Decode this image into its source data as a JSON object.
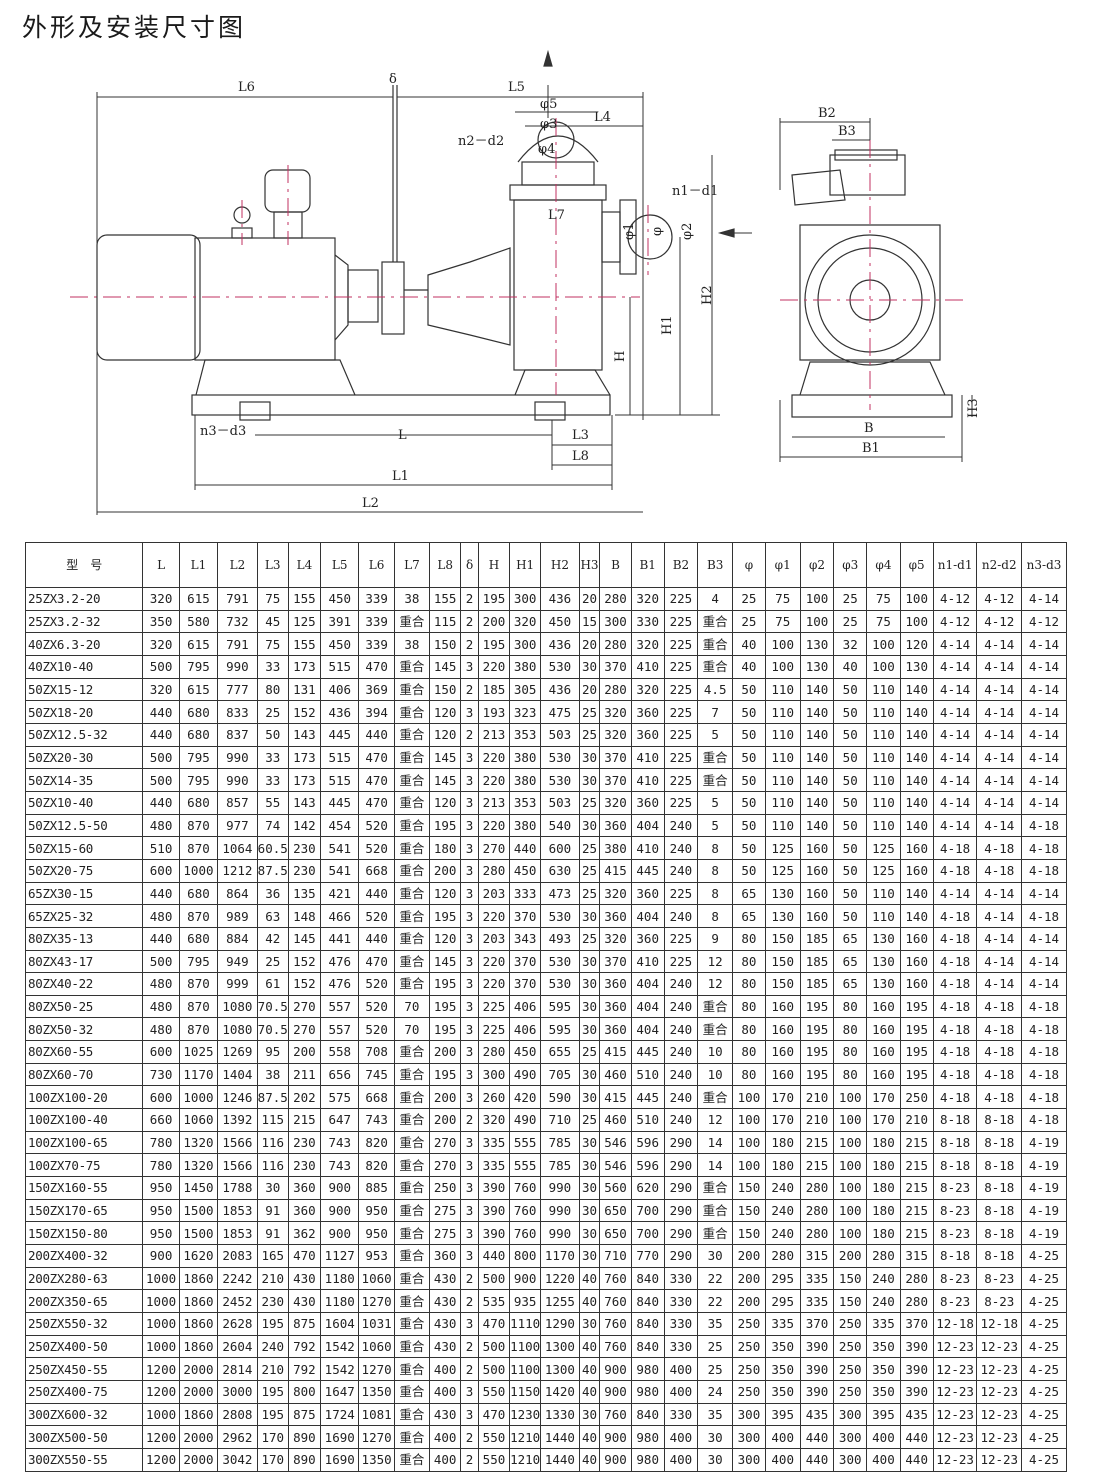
{
  "title": "外形及安装尺寸图",
  "drawing_labels": {
    "L6": "L6",
    "delta": "δ",
    "L5": "L5",
    "phi5": "φ5",
    "L4": "L4",
    "n2d2": "n2－d2",
    "phi3": "φ3",
    "phi4": "φ4",
    "n1d1": "n1－d1",
    "L7": "L7",
    "phi1": "φ1",
    "phi": "φ",
    "phi2": "φ2",
    "H": "H",
    "H1": "H1",
    "H2": "H2",
    "n3d3": "n3－d3",
    "L": "L",
    "L3": "L3",
    "L8": "L8",
    "L1": "L1",
    "L2": "L2",
    "B2": "B2",
    "B3": "B3",
    "B": "B",
    "B1": "B1",
    "H3": "H3"
  },
  "table": {
    "columns": [
      "型　号",
      "L",
      "L1",
      "L2",
      "L3",
      "L4",
      "L5",
      "L6",
      "L7",
      "L8",
      "δ",
      "H",
      "H1",
      "H2",
      "H3",
      "B",
      "B1",
      "B2",
      "B3",
      "φ",
      "φ1",
      "φ2",
      "φ3",
      "φ4",
      "φ5",
      "n1-d1",
      "n2-d2",
      "n3-d3"
    ],
    "rows": [
      [
        "25ZX3.2-20",
        "320",
        "615",
        "791",
        "75",
        "155",
        "450",
        "339",
        "38",
        "155",
        "2",
        "195",
        "300",
        "436",
        "20",
        "280",
        "320",
        "225",
        "4",
        "25",
        "75",
        "100",
        "25",
        "75",
        "100",
        "4-12",
        "4-12",
        "4-14"
      ],
      [
        "25ZX3.2-32",
        "350",
        "580",
        "732",
        "45",
        "125",
        "391",
        "339",
        "重合",
        "115",
        "2",
        "200",
        "320",
        "450",
        "15",
        "300",
        "330",
        "225",
        "重合",
        "25",
        "75",
        "100",
        "25",
        "75",
        "100",
        "4-12",
        "4-12",
        "4-12"
      ],
      [
        "40ZX6.3-20",
        "320",
        "615",
        "791",
        "75",
        "155",
        "450",
        "339",
        "38",
        "150",
        "2",
        "195",
        "300",
        "436",
        "20",
        "280",
        "320",
        "225",
        "重合",
        "40",
        "100",
        "130",
        "32",
        "100",
        "120",
        "4-14",
        "4-14",
        "4-14"
      ],
      [
        "40ZX10-40",
        "500",
        "795",
        "990",
        "33",
        "173",
        "515",
        "470",
        "重合",
        "145",
        "3",
        "220",
        "380",
        "530",
        "30",
        "370",
        "410",
        "225",
        "重合",
        "40",
        "100",
        "130",
        "40",
        "100",
        "130",
        "4-14",
        "4-14",
        "4-14"
      ],
      [
        "50ZX15-12",
        "320",
        "615",
        "777",
        "80",
        "131",
        "406",
        "369",
        "重合",
        "150",
        "2",
        "185",
        "305",
        "436",
        "20",
        "280",
        "320",
        "225",
        "4.5",
        "50",
        "110",
        "140",
        "50",
        "110",
        "140",
        "4-14",
        "4-14",
        "4-14"
      ],
      [
        "50ZX18-20",
        "440",
        "680",
        "833",
        "25",
        "152",
        "436",
        "394",
        "重合",
        "120",
        "3",
        "193",
        "323",
        "475",
        "25",
        "320",
        "360",
        "225",
        "7",
        "50",
        "110",
        "140",
        "50",
        "110",
        "140",
        "4-14",
        "4-14",
        "4-14"
      ],
      [
        "50ZX12.5-32",
        "440",
        "680",
        "837",
        "50",
        "143",
        "445",
        "440",
        "重合",
        "120",
        "2",
        "213",
        "353",
        "503",
        "25",
        "320",
        "360",
        "225",
        "5",
        "50",
        "110",
        "140",
        "50",
        "110",
        "140",
        "4-14",
        "4-14",
        "4-14"
      ],
      [
        "50ZX20-30",
        "500",
        "795",
        "990",
        "33",
        "173",
        "515",
        "470",
        "重合",
        "145",
        "3",
        "220",
        "380",
        "530",
        "30",
        "370",
        "410",
        "225",
        "重合",
        "50",
        "110",
        "140",
        "50",
        "110",
        "140",
        "4-14",
        "4-14",
        "4-14"
      ],
      [
        "50ZX14-35",
        "500",
        "795",
        "990",
        "33",
        "173",
        "515",
        "470",
        "重合",
        "145",
        "3",
        "220",
        "380",
        "530",
        "30",
        "370",
        "410",
        "225",
        "重合",
        "50",
        "110",
        "140",
        "50",
        "110",
        "140",
        "4-14",
        "4-14",
        "4-14"
      ],
      [
        "50ZX10-40",
        "440",
        "680",
        "857",
        "55",
        "143",
        "445",
        "470",
        "重合",
        "120",
        "3",
        "213",
        "353",
        "503",
        "25",
        "320",
        "360",
        "225",
        "5",
        "50",
        "110",
        "140",
        "50",
        "110",
        "140",
        "4-14",
        "4-14",
        "4-14"
      ],
      [
        "50ZX12.5-50",
        "480",
        "870",
        "977",
        "74",
        "142",
        "454",
        "520",
        "重合",
        "195",
        "3",
        "220",
        "380",
        "540",
        "30",
        "360",
        "404",
        "240",
        "5",
        "50",
        "110",
        "140",
        "50",
        "110",
        "140",
        "4-14",
        "4-14",
        "4-18"
      ],
      [
        "50ZX15-60",
        "510",
        "870",
        "1064",
        "60.5",
        "230",
        "541",
        "520",
        "重合",
        "180",
        "3",
        "270",
        "440",
        "600",
        "25",
        "380",
        "410",
        "240",
        "8",
        "50",
        "125",
        "160",
        "50",
        "125",
        "160",
        "4-18",
        "4-18",
        "4-18"
      ],
      [
        "50ZX20-75",
        "600",
        "1000",
        "1212",
        "87.5",
        "230",
        "541",
        "668",
        "重合",
        "200",
        "3",
        "280",
        "450",
        "630",
        "25",
        "415",
        "445",
        "240",
        "8",
        "50",
        "125",
        "160",
        "50",
        "125",
        "160",
        "4-18",
        "4-18",
        "4-18"
      ],
      [
        "65ZX30-15",
        "440",
        "680",
        "864",
        "36",
        "135",
        "421",
        "440",
        "重合",
        "120",
        "3",
        "203",
        "333",
        "473",
        "25",
        "320",
        "360",
        "225",
        "8",
        "65",
        "130",
        "160",
        "50",
        "110",
        "140",
        "4-14",
        "4-14",
        "4-14"
      ],
      [
        "65ZX25-32",
        "480",
        "870",
        "989",
        "63",
        "148",
        "466",
        "520",
        "重合",
        "195",
        "3",
        "220",
        "370",
        "530",
        "30",
        "360",
        "404",
        "240",
        "8",
        "65",
        "130",
        "160",
        "50",
        "110",
        "140",
        "4-18",
        "4-14",
        "4-18"
      ],
      [
        "80ZX35-13",
        "440",
        "680",
        "884",
        "42",
        "145",
        "441",
        "440",
        "重合",
        "120",
        "3",
        "203",
        "343",
        "493",
        "25",
        "320",
        "360",
        "225",
        "9",
        "80",
        "150",
        "185",
        "65",
        "130",
        "160",
        "4-18",
        "4-14",
        "4-14"
      ],
      [
        "80ZX43-17",
        "500",
        "795",
        "949",
        "25",
        "152",
        "476",
        "470",
        "重合",
        "145",
        "3",
        "220",
        "370",
        "530",
        "30",
        "370",
        "410",
        "225",
        "12",
        "80",
        "150",
        "185",
        "65",
        "130",
        "160",
        "4-18",
        "4-14",
        "4-14"
      ],
      [
        "80ZX40-22",
        "480",
        "870",
        "999",
        "61",
        "152",
        "476",
        "520",
        "重合",
        "195",
        "3",
        "220",
        "370",
        "530",
        "30",
        "360",
        "404",
        "240",
        "12",
        "80",
        "150",
        "185",
        "65",
        "130",
        "160",
        "4-18",
        "4-14",
        "4-14"
      ],
      [
        "80ZX50-25",
        "480",
        "870",
        "1080",
        "70.5",
        "270",
        "557",
        "520",
        "70",
        "195",
        "3",
        "225",
        "406",
        "595",
        "30",
        "360",
        "404",
        "240",
        "重合",
        "80",
        "160",
        "195",
        "80",
        "160",
        "195",
        "4-18",
        "4-18",
        "4-18"
      ],
      [
        "80ZX50-32",
        "480",
        "870",
        "1080",
        "70.5",
        "270",
        "557",
        "520",
        "70",
        "195",
        "3",
        "225",
        "406",
        "595",
        "30",
        "360",
        "404",
        "240",
        "重合",
        "80",
        "160",
        "195",
        "80",
        "160",
        "195",
        "4-18",
        "4-18",
        "4-18"
      ],
      [
        "80ZX60-55",
        "600",
        "1025",
        "1269",
        "95",
        "200",
        "558",
        "708",
        "重合",
        "200",
        "3",
        "280",
        "450",
        "655",
        "25",
        "415",
        "445",
        "240",
        "10",
        "80",
        "160",
        "195",
        "80",
        "160",
        "195",
        "4-18",
        "4-18",
        "4-18"
      ],
      [
        "80ZX60-70",
        "730",
        "1170",
        "1404",
        "38",
        "211",
        "656",
        "745",
        "重合",
        "195",
        "3",
        "300",
        "490",
        "705",
        "30",
        "460",
        "510",
        "240",
        "10",
        "80",
        "160",
        "195",
        "80",
        "160",
        "195",
        "4-18",
        "4-18",
        "4-18"
      ],
      [
        "100ZX100-20",
        "600",
        "1000",
        "1246",
        "87.5",
        "202",
        "575",
        "668",
        "重合",
        "200",
        "3",
        "260",
        "420",
        "590",
        "30",
        "415",
        "445",
        "240",
        "重合",
        "100",
        "170",
        "210",
        "100",
        "170",
        "250",
        "4-18",
        "4-18",
        "4-18"
      ],
      [
        "100ZX100-40",
        "660",
        "1060",
        "1392",
        "115",
        "215",
        "647",
        "743",
        "重合",
        "200",
        "2",
        "320",
        "490",
        "710",
        "25",
        "460",
        "510",
        "240",
        "12",
        "100",
        "170",
        "210",
        "100",
        "170",
        "210",
        "8-18",
        "8-18",
        "4-18"
      ],
      [
        "100ZX100-65",
        "780",
        "1320",
        "1566",
        "116",
        "230",
        "743",
        "820",
        "重合",
        "270",
        "3",
        "335",
        "555",
        "785",
        "30",
        "546",
        "596",
        "290",
        "14",
        "100",
        "180",
        "215",
        "100",
        "180",
        "215",
        "8-18",
        "8-18",
        "4-19"
      ],
      [
        "100ZX70-75",
        "780",
        "1320",
        "1566",
        "116",
        "230",
        "743",
        "820",
        "重合",
        "270",
        "3",
        "335",
        "555",
        "785",
        "30",
        "546",
        "596",
        "290",
        "14",
        "100",
        "180",
        "215",
        "100",
        "180",
        "215",
        "8-18",
        "8-18",
        "4-19"
      ],
      [
        "150ZX160-55",
        "950",
        "1450",
        "1788",
        "30",
        "360",
        "900",
        "885",
        "重合",
        "250",
        "3",
        "390",
        "760",
        "990",
        "30",
        "560",
        "620",
        "290",
        "重合",
        "150",
        "240",
        "280",
        "100",
        "180",
        "215",
        "8-23",
        "8-18",
        "4-19"
      ],
      [
        "150ZX170-65",
        "950",
        "1500",
        "1853",
        "91",
        "360",
        "900",
        "950",
        "重合",
        "275",
        "3",
        "390",
        "760",
        "990",
        "30",
        "650",
        "700",
        "290",
        "重合",
        "150",
        "240",
        "280",
        "100",
        "180",
        "215",
        "8-23",
        "8-18",
        "4-19"
      ],
      [
        "150ZX150-80",
        "950",
        "1500",
        "1853",
        "91",
        "362",
        "900",
        "950",
        "重合",
        "275",
        "3",
        "390",
        "760",
        "990",
        "30",
        "650",
        "700",
        "290",
        "重合",
        "150",
        "240",
        "280",
        "100",
        "180",
        "215",
        "8-23",
        "8-18",
        "4-19"
      ],
      [
        "200ZX400-32",
        "900",
        "1620",
        "2083",
        "165",
        "470",
        "1127",
        "953",
        "重合",
        "360",
        "3",
        "440",
        "800",
        "1170",
        "30",
        "710",
        "770",
        "290",
        "30",
        "200",
        "280",
        "315",
        "200",
        "280",
        "315",
        "8-18",
        "8-18",
        "4-25"
      ],
      [
        "200ZX280-63",
        "1000",
        "1860",
        "2242",
        "210",
        "430",
        "1180",
        "1060",
        "重合",
        "430",
        "2",
        "500",
        "900",
        "1220",
        "40",
        "760",
        "840",
        "330",
        "22",
        "200",
        "295",
        "335",
        "150",
        "240",
        "280",
        "8-23",
        "8-23",
        "4-25"
      ],
      [
        "200ZX350-65",
        "1000",
        "1860",
        "2452",
        "230",
        "430",
        "1180",
        "1270",
        "重合",
        "430",
        "2",
        "535",
        "935",
        "1255",
        "40",
        "760",
        "840",
        "330",
        "22",
        "200",
        "295",
        "335",
        "150",
        "240",
        "280",
        "8-23",
        "8-23",
        "4-25"
      ],
      [
        "250ZX550-32",
        "1000",
        "1860",
        "2628",
        "195",
        "875",
        "1604",
        "1031",
        "重合",
        "430",
        "3",
        "470",
        "1110",
        "1290",
        "30",
        "760",
        "840",
        "330",
        "35",
        "250",
        "335",
        "370",
        "250",
        "335",
        "370",
        "12-18",
        "12-18",
        "4-25"
      ],
      [
        "250ZX400-50",
        "1000",
        "1860",
        "2604",
        "240",
        "792",
        "1542",
        "1060",
        "重合",
        "430",
        "2",
        "500",
        "1100",
        "1300",
        "40",
        "760",
        "840",
        "330",
        "25",
        "250",
        "350",
        "390",
        "250",
        "350",
        "390",
        "12-23",
        "12-23",
        "4-25"
      ],
      [
        "250ZX450-55",
        "1200",
        "2000",
        "2814",
        "210",
        "792",
        "1542",
        "1270",
        "重合",
        "400",
        "2",
        "500",
        "1100",
        "1300",
        "40",
        "900",
        "980",
        "400",
        "25",
        "250",
        "350",
        "390",
        "250",
        "350",
        "390",
        "12-23",
        "12-23",
        "4-25"
      ],
      [
        "250ZX400-75",
        "1200",
        "2000",
        "3000",
        "195",
        "800",
        "1647",
        "1350",
        "重合",
        "400",
        "3",
        "550",
        "1150",
        "1420",
        "40",
        "900",
        "980",
        "400",
        "24",
        "250",
        "350",
        "390",
        "250",
        "350",
        "390",
        "12-23",
        "12-23",
        "4-25"
      ],
      [
        "300ZX600-32",
        "1000",
        "1860",
        "2808",
        "195",
        "875",
        "1724",
        "1081",
        "重合",
        "430",
        "3",
        "470",
        "1230",
        "1330",
        "30",
        "760",
        "840",
        "330",
        "35",
        "300",
        "395",
        "435",
        "300",
        "395",
        "435",
        "12-23",
        "12-23",
        "4-25"
      ],
      [
        "300ZX500-50",
        "1200",
        "2000",
        "2962",
        "170",
        "890",
        "1690",
        "1270",
        "重合",
        "400",
        "2",
        "550",
        "1210",
        "1440",
        "40",
        "900",
        "980",
        "400",
        "30",
        "300",
        "400",
        "440",
        "300",
        "400",
        "440",
        "12-23",
        "12-23",
        "4-25"
      ],
      [
        "300ZX550-55",
        "1200",
        "2000",
        "3042",
        "170",
        "890",
        "1690",
        "1350",
        "重合",
        "400",
        "2",
        "550",
        "1210",
        "1440",
        "40",
        "900",
        "980",
        "400",
        "30",
        "300",
        "400",
        "440",
        "300",
        "400",
        "440",
        "12-23",
        "12-23",
        "4-25"
      ]
    ]
  }
}
